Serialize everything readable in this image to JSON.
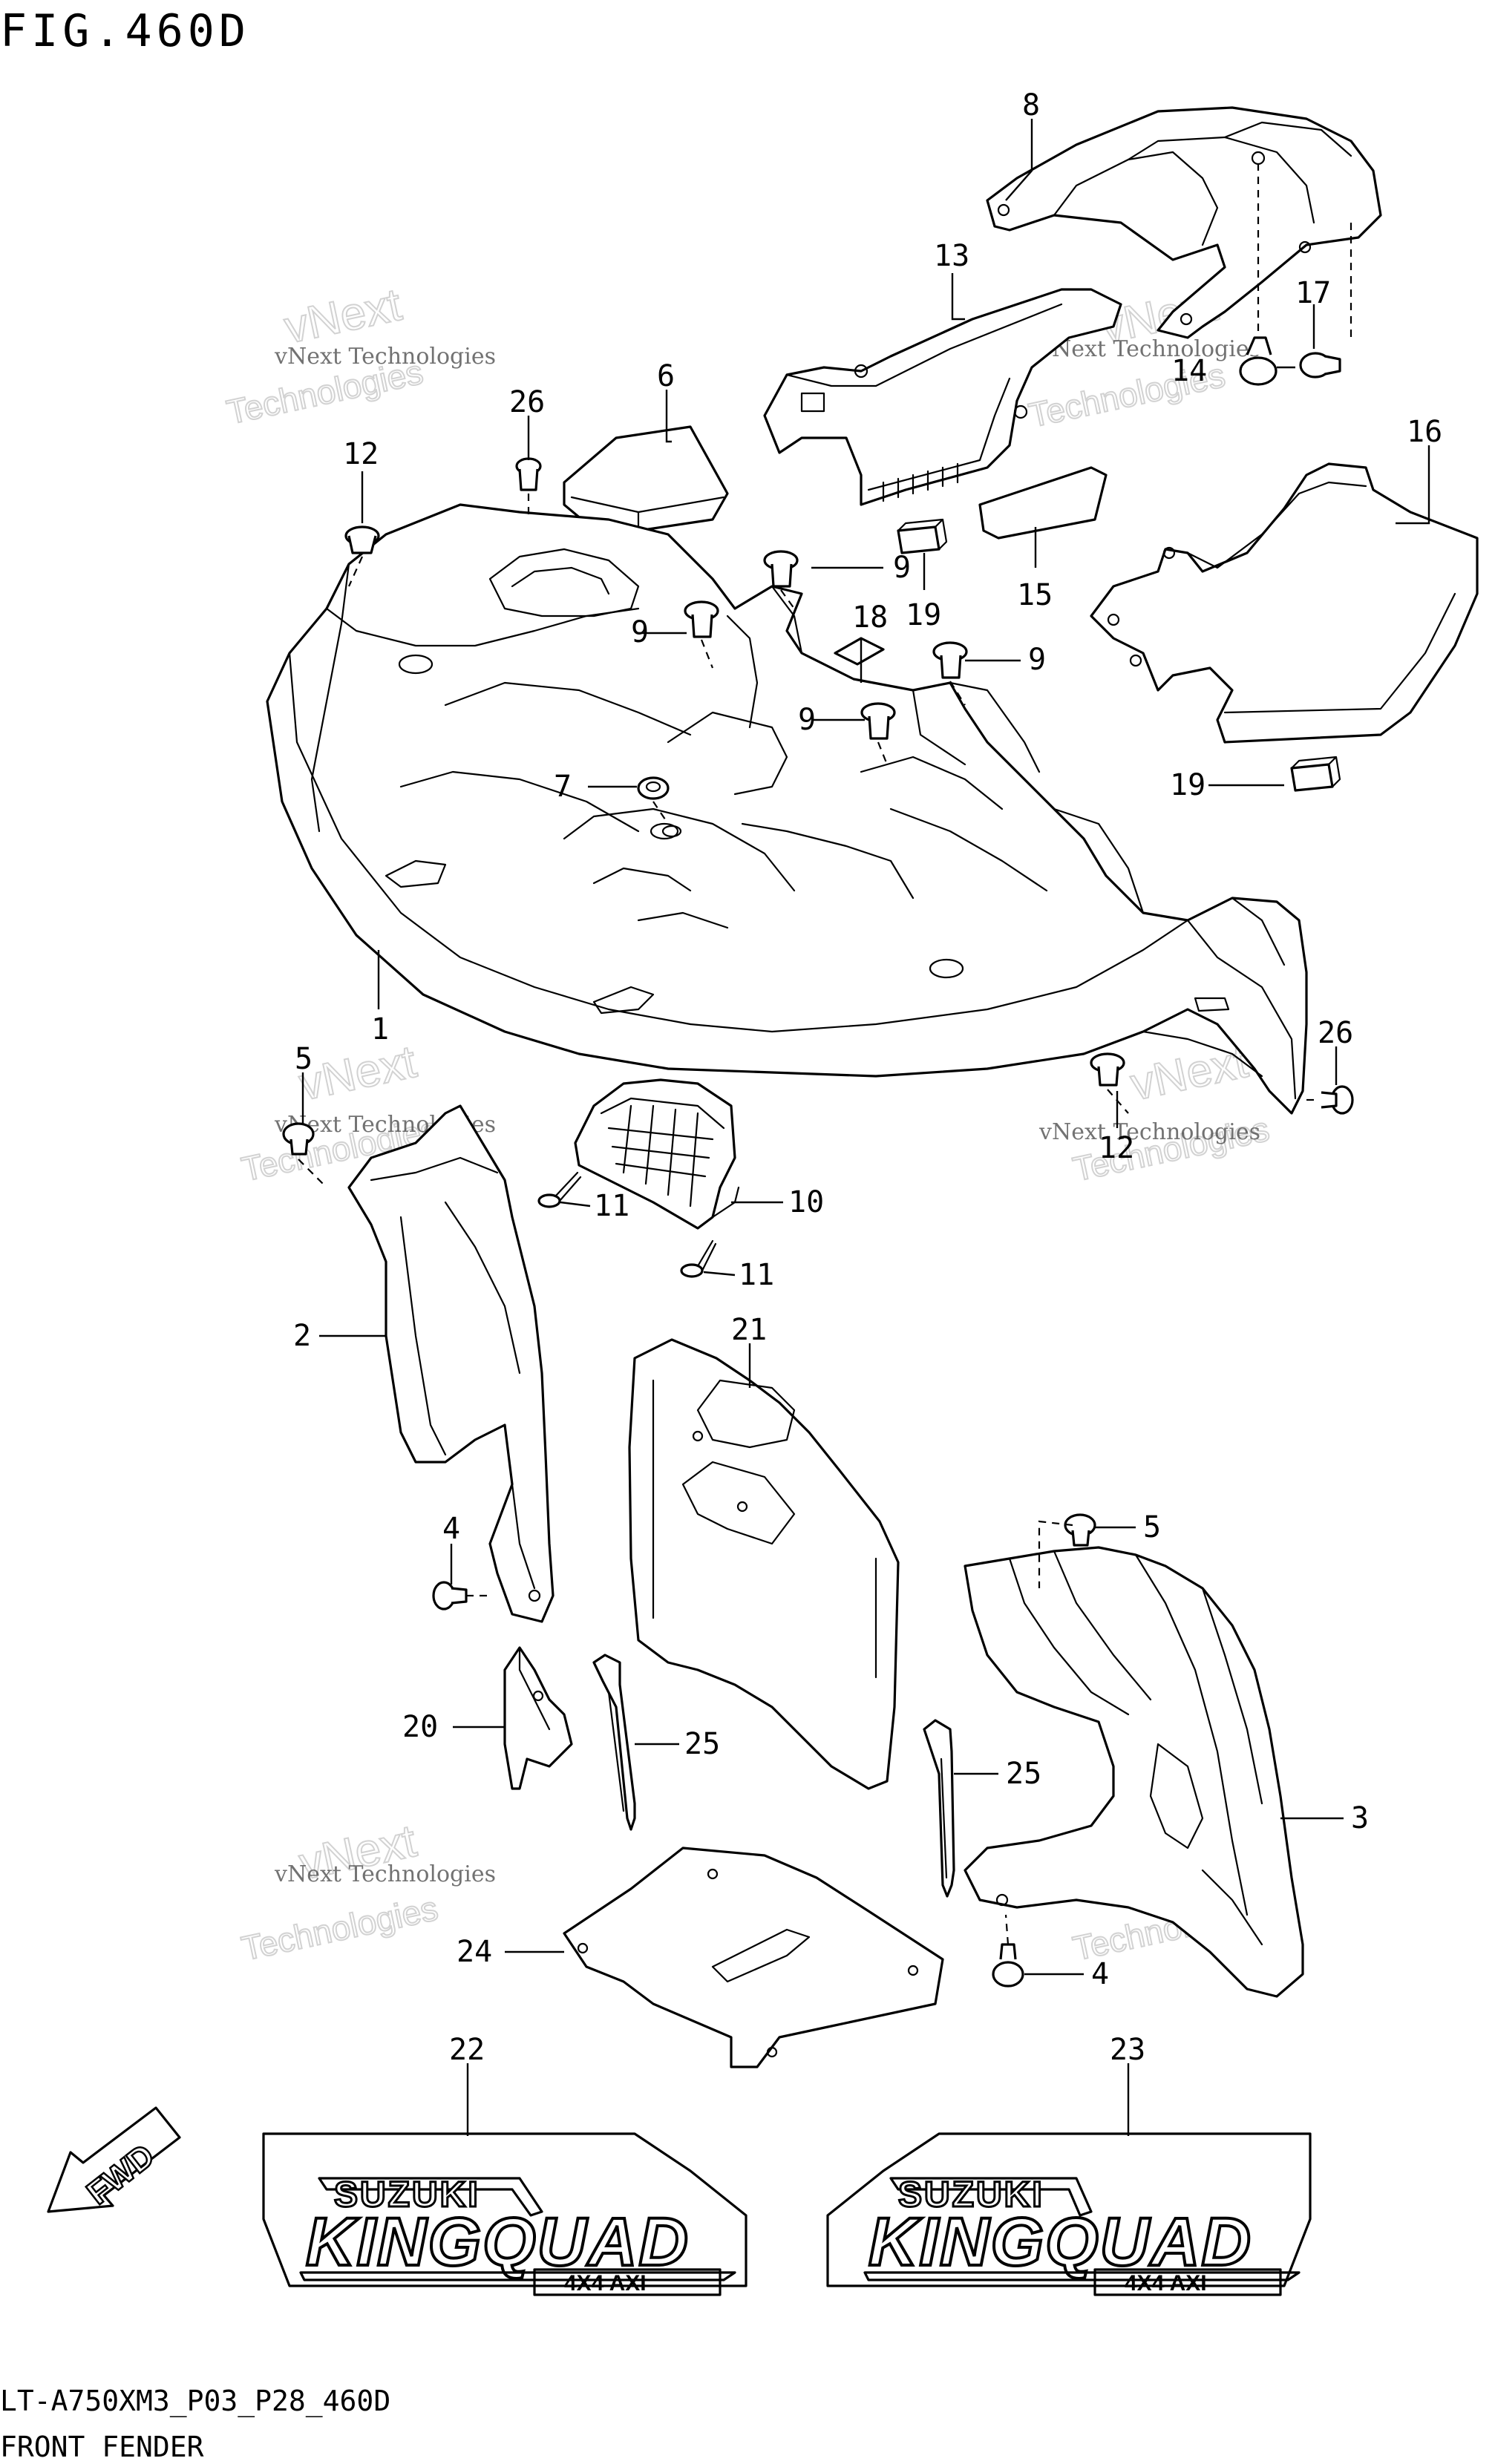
{
  "header": {
    "figure_title": "FIG.460D"
  },
  "footer": {
    "code": "LT-A750XM3_P03_P28_460D",
    "caption": "FRONT FENDER"
  },
  "watermark": {
    "line1": "vNext Technologies",
    "line2": "vNext",
    "line3": "Technologies"
  },
  "fwd_label": "FWD",
  "decals": {
    "brand": "SUZUKI",
    "model": "KINGQUAD",
    "sub": "4X4 AXI"
  },
  "callouts": {
    "c1": "1",
    "c2": "2",
    "c3": "3",
    "c4a": "4",
    "c4b": "4",
    "c5a": "5",
    "c5b": "5",
    "c6": "6",
    "c7": "7",
    "c8": "8",
    "c9a": "9",
    "c9b": "9",
    "c9c": "9",
    "c9d": "9",
    "c10": "10",
    "c11a": "11",
    "c11b": "11",
    "c12a": "12",
    "c12b": "12",
    "c13": "13",
    "c14": "14",
    "c15": "15",
    "c16": "16",
    "c17": "17",
    "c18": "18",
    "c19a": "19",
    "c19b": "19",
    "c20": "20",
    "c21": "21",
    "c22": "22",
    "c23": "23",
    "c24": "24",
    "c25a": "25",
    "c25b": "25",
    "c26a": "26",
    "c26b": "26"
  }
}
